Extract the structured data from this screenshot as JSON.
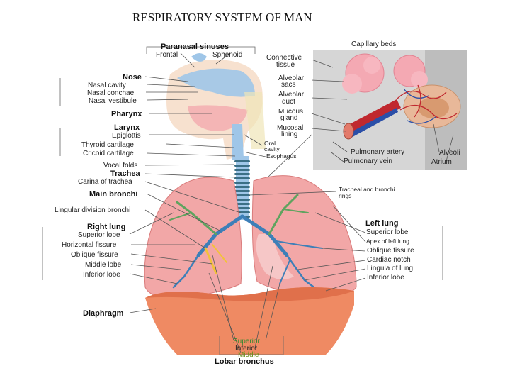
{
  "title": "RESPIRATORY SYSTEM OF MAN",
  "labels": {
    "paranasal_sinuses": "Paranasal sinuses",
    "frontal": "Frontal",
    "sphenoid": "Sphenoid",
    "nose": "Nose",
    "nasal_cavity": "Nasal cavity",
    "nasal_conchae": "Nasal conchae",
    "nasal_vestibule": "Nasal vestibule",
    "pharynx": "Pharynx",
    "larynx": "Larynx",
    "epiglottis": "Epiglottis",
    "thyroid_cartilage": "Thyroid cartilage",
    "cricoid_cartilage": "Cricoid cartilage",
    "vocal_folds": "Vocal folds",
    "trachea": "Trachea",
    "carina_of_trachea": "Carina of trachea",
    "main_bronchi": "Main bronchi",
    "lingular_division_bronchi": "Lingular division bronchi",
    "right_lung": "Right lung",
    "superior_lobe_r": "Superior lobe",
    "horizontal_fissure": "Horizontal fissure",
    "oblique_fissure_r": "Oblique fissure",
    "middle_lobe": "Middle lobe",
    "inferior_lobe_r": "Inferior lobe",
    "diaphragm": "Diaphragm",
    "capillary_beds": "Capillary beds",
    "connective_tissue_1": "Connective",
    "connective_tissue_2": "tissue",
    "alveolar_sacs_1": "Alveolar",
    "alveolar_sacs_2": "sacs",
    "alveolar_duct_1": "Alveolar",
    "alveolar_duct_2": "duct",
    "mucous_gland_1": "Mucous",
    "mucous_gland_2": "gland",
    "mucosal_lining_1": "Mucosal",
    "mucosal_lining_2": "lining",
    "oral_cavity_1": "Oral",
    "oral_cavity_2": "cavity",
    "esophagus": "Esophagus",
    "pulmonary_artery": "Pulmonary artery",
    "pulmonary_vein": "Pulmonary vein",
    "alveoli": "Alveoli",
    "atrium": "Atrium",
    "tracheal_rings_1": "Tracheal and bronchi",
    "tracheal_rings_2": "rings",
    "left_lung": "Left lung",
    "superior_lobe_l": "Superior lobe",
    "apex_left_lung": "Apex of left lung",
    "oblique_fissure_l": "Oblique fissure",
    "cardiac_notch": "Cardiac notch",
    "lingula_of_lung": "Lingula of lung",
    "inferior_lobe_l": "Inferior lobe",
    "superior": "Superior",
    "inferior": "Inferior",
    "middle": "Middle",
    "lobar_bronchus": "Lobar bronchus"
  },
  "colors": {
    "lung": "#f2a7a7",
    "lung_dark": "#d97b7b",
    "diaphragm": "#ef8a63",
    "airway": "#9fc6e8",
    "trachea_ring": "#3b6f86",
    "bronchi_green": "#5fa35f",
    "bronchi_blue": "#3d7fb8",
    "bronchi_yellow": "#f2c23a",
    "alveoli": "#f4a9b3",
    "artery": "#d33030",
    "vein": "#2b4fa8",
    "inset_bg": "#d6d6d6",
    "superior_text": "#2f8a2f",
    "middle_text": "#6b8f1f"
  }
}
